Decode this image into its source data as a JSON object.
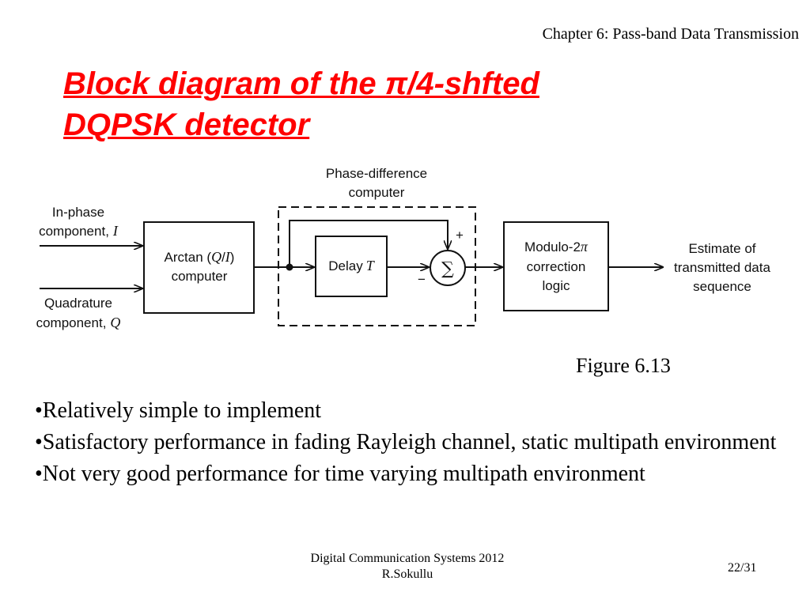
{
  "header": {
    "chapter": "Chapter 6: Pass-band Data Transmission"
  },
  "title": {
    "line1": "Block diagram of the π/4-shfted",
    "line2": "DQPSK detector"
  },
  "diagram": {
    "inphase_label": "In-phase",
    "inphase_component_text": "component,",
    "inphase_symbol": "I",
    "quadrature_label": "Quadrature",
    "quadrature_component_text": "component,",
    "quadrature_symbol": "Q",
    "arctan_text": "Arctan (",
    "arctan_q": "Q",
    "arctan_slash": "/",
    "arctan_i": "I",
    "arctan_close": ")",
    "arctan_line2": "computer",
    "phase_diff_line1": "Phase-difference",
    "phase_diff_line2": "computer",
    "delay_text": "Delay",
    "delay_symbol": "T",
    "sum_symbol": "∑",
    "plus_sign": "+",
    "minus_sign": "−",
    "modulo_line1": "Modulo-2",
    "modulo_pi": "π",
    "modulo_line2": "correction",
    "modulo_line3": "logic",
    "estimate_line1": "Estimate of",
    "estimate_line2": "transmitted data",
    "estimate_line3": "sequence"
  },
  "figure_caption": "Figure 6.13",
  "bullets": [
    "•Relatively simple to implement",
    "•Satisfactory performance in fading Rayleigh channel, static multipath environment",
    "•Not very good performance for time varying multipath environment"
  ],
  "footer": {
    "line1": "Digital Communication Systems 2012",
    "line2": "R.Sokullu",
    "page": "22/31"
  }
}
